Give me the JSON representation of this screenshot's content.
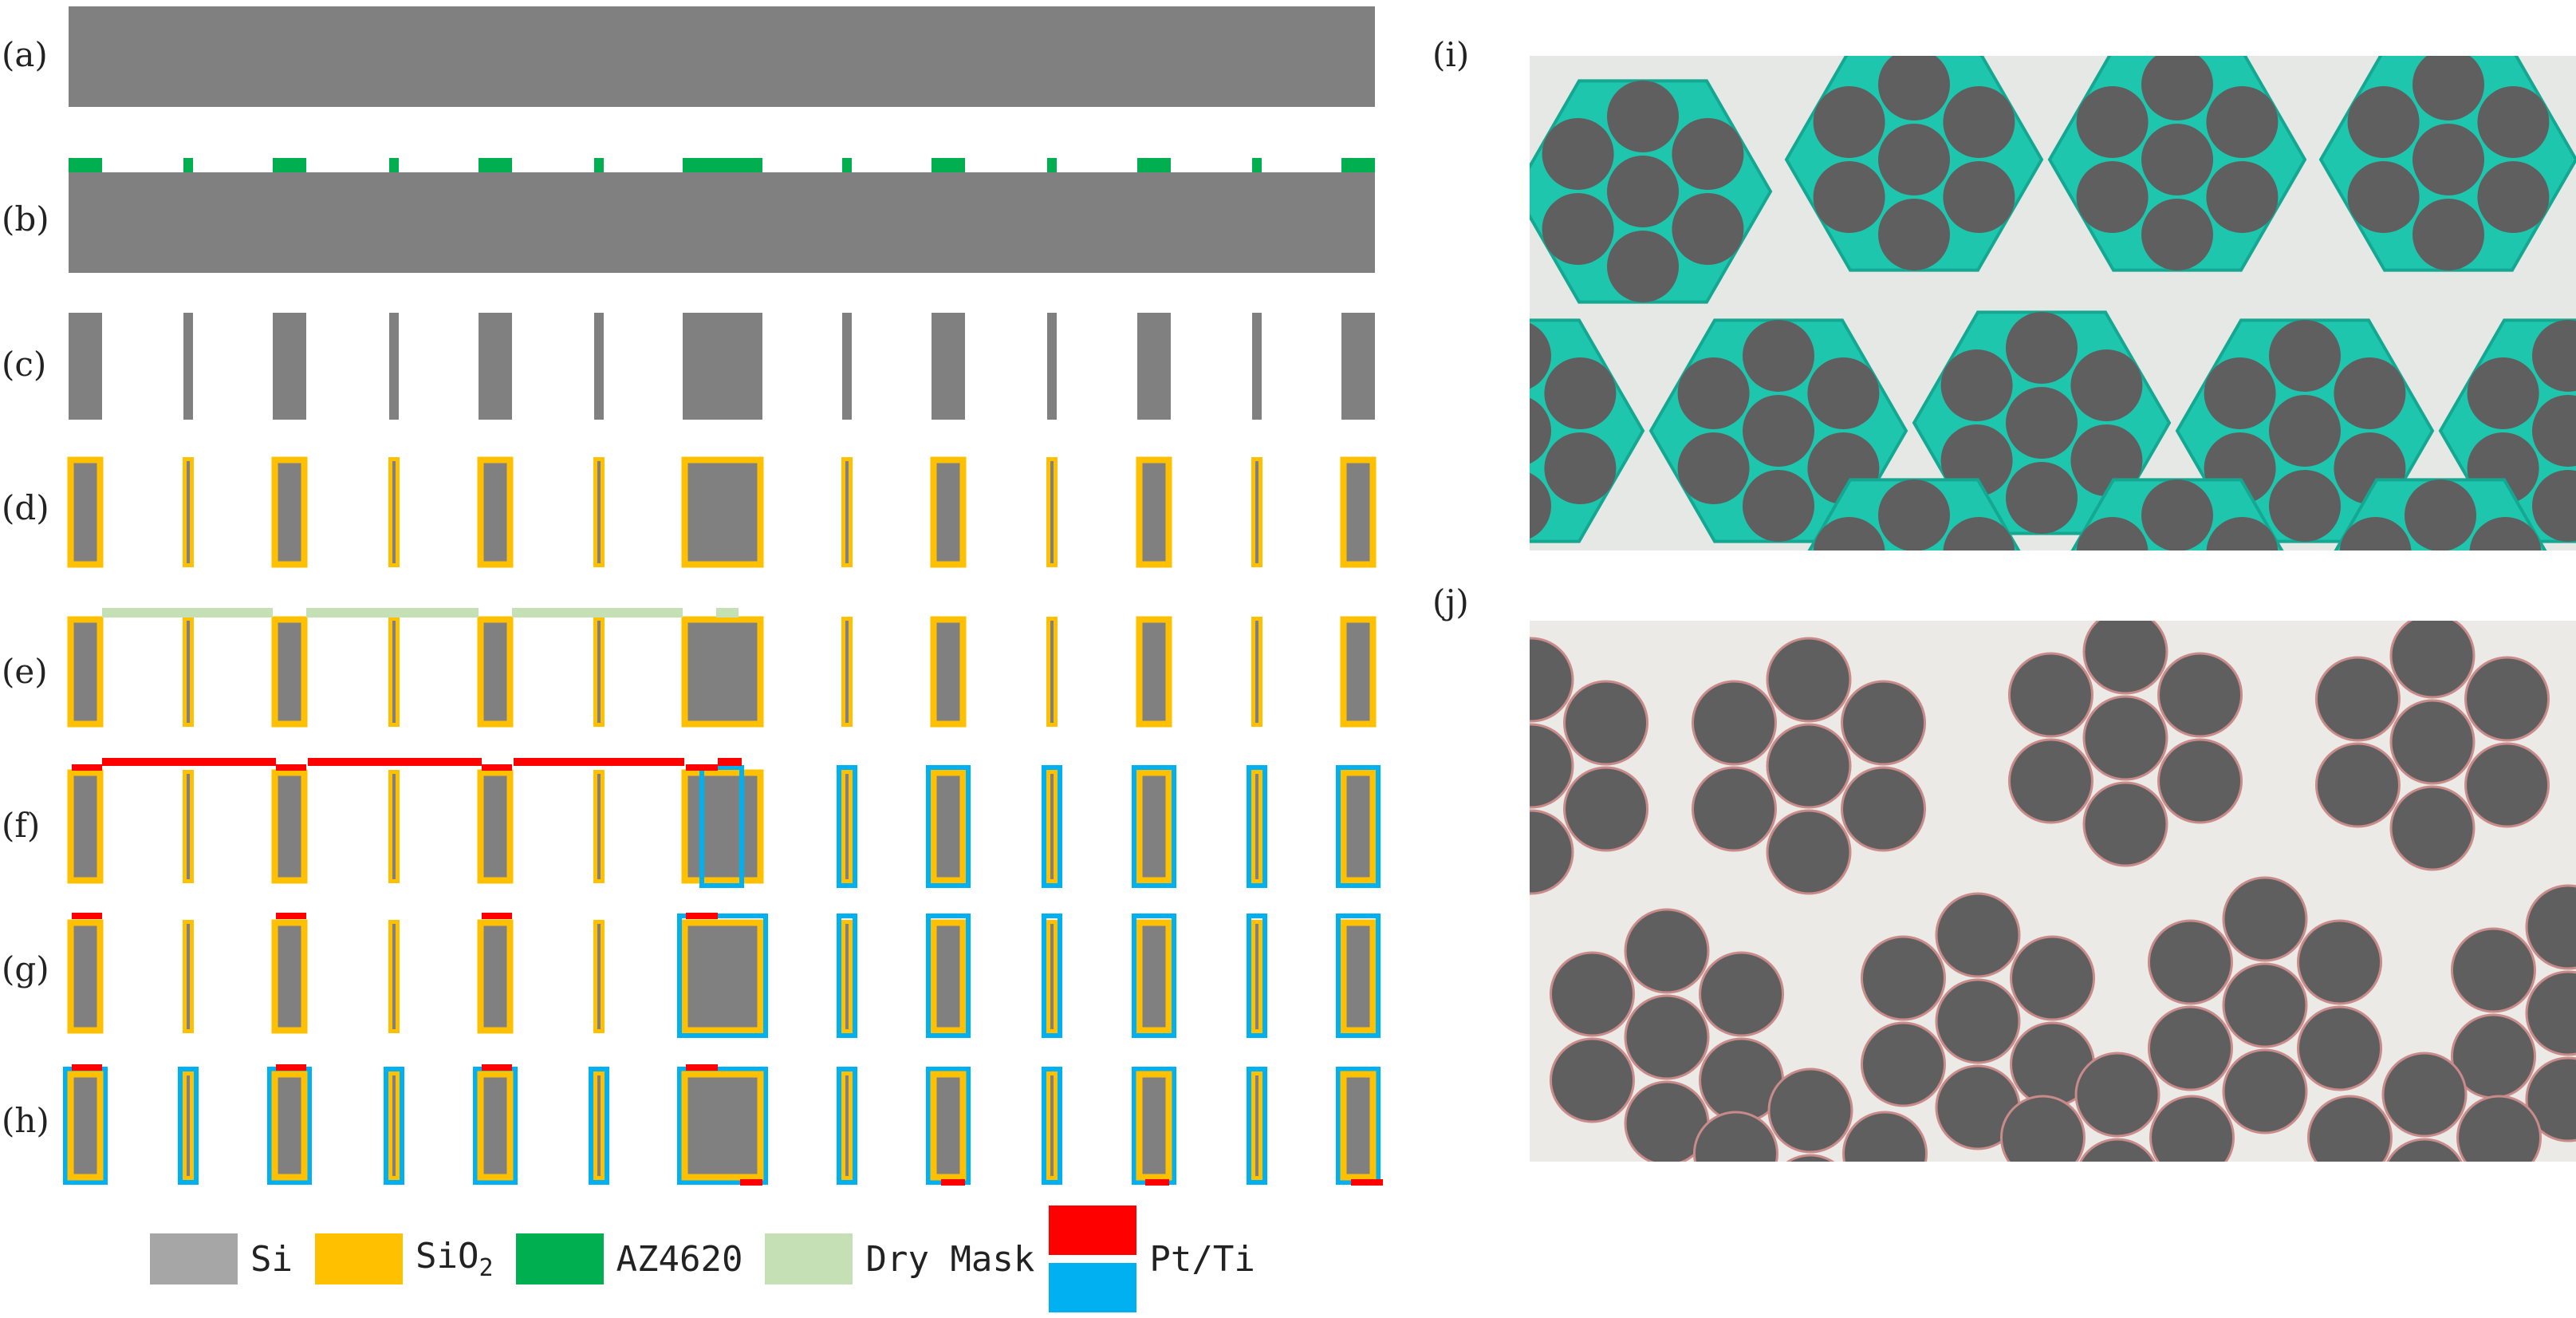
{
  "panels": {
    "a": "(a)",
    "b": "(b)",
    "c": "(c)",
    "d": "(d)",
    "e": "(e)",
    "f": "(f)",
    "g": "(g)",
    "h": "(h)",
    "i": "(i)",
    "j": "(j)"
  },
  "legend": {
    "si": "Si",
    "sio2_main": "SiO",
    "sio2_sub": "2",
    "az": "AZ4620",
    "dry": "Dry Mask",
    "ptti": "Pt/Ti"
  },
  "colors": {
    "si": "#808080",
    "si_legend": "#a6a6a6",
    "sio2": "#ffc000",
    "az": "#00b050",
    "dry": "#c5e0b4",
    "pt": "#ff0000",
    "ti": "#00b0f0",
    "teal": "#1fc6ae",
    "plate_i": "#e6e8e6",
    "plate_j": "#eceae6",
    "circle": "#5f5f5f"
  },
  "icons": {
    "photo_i": "microscope-photo-hexagon-clusters",
    "photo_j": "microscope-photo-circle-clusters"
  }
}
